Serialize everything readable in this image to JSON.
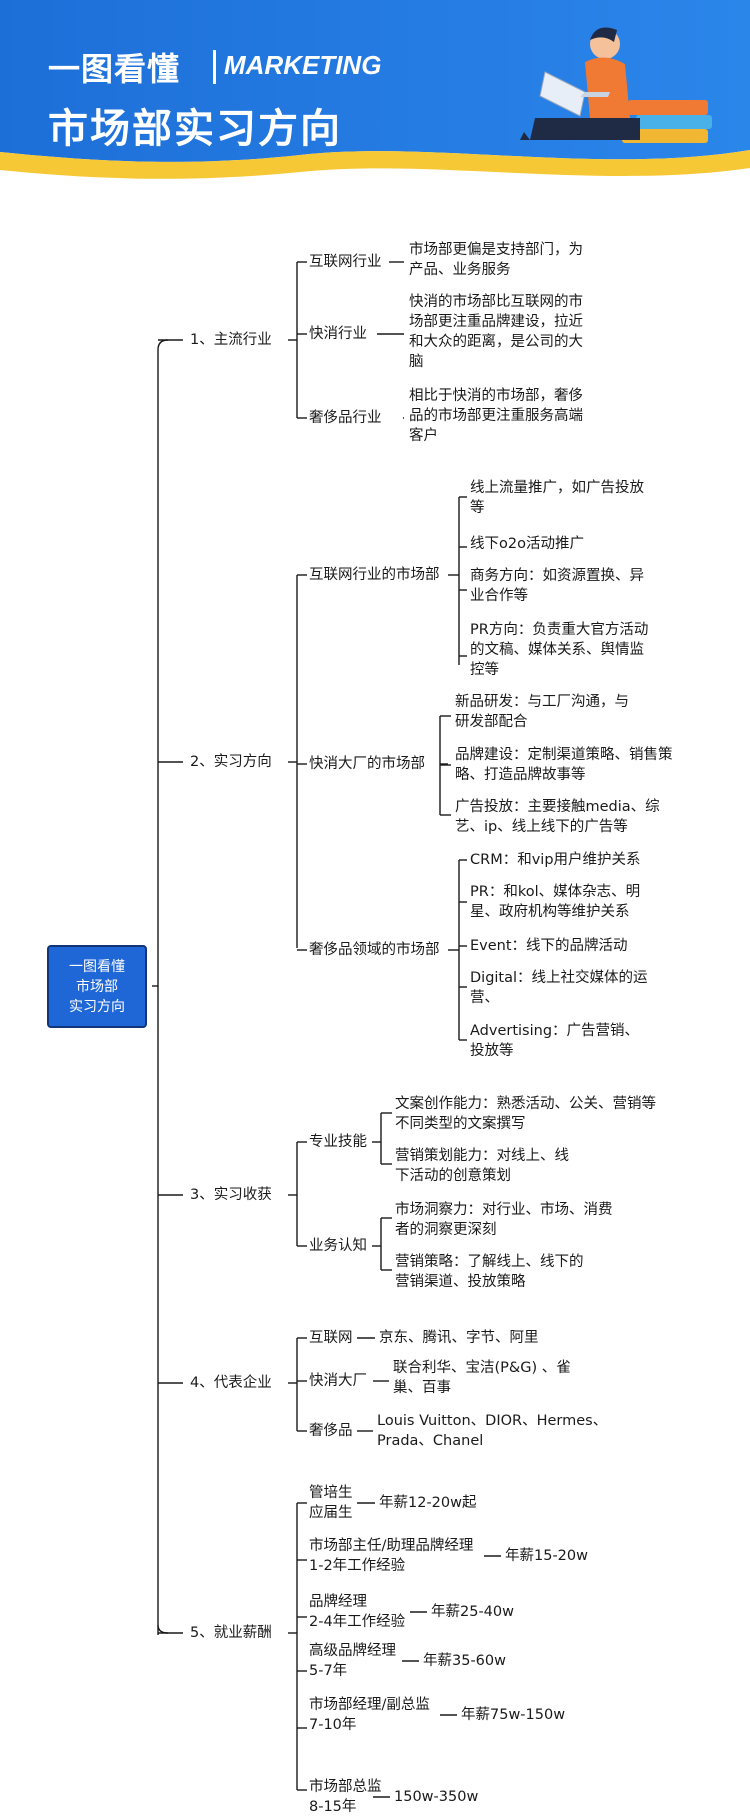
{
  "header": {
    "title_line1": "一图看懂",
    "title_eng": "MARKETING",
    "title_line2": "市场部实习方向"
  },
  "root": {
    "line1": "一图看懂",
    "line2": "市场部",
    "line3": "实习方向"
  },
  "branches": [
    {
      "label": "1、主流行业",
      "children": [
        {
          "label": "互联网行业",
          "detail": [
            "市场部更偏是支持部门，为",
            "产品、业务服务"
          ]
        },
        {
          "label": "快消行业",
          "detail": [
            "快消的市场部比互联网的市",
            "场部更注重品牌建设，拉近",
            "和大众的距离，是公司的大",
            "脑"
          ]
        },
        {
          "label": "奢侈品行业",
          "detail": [
            "相比于快消的市场部，奢侈",
            "品的市场部更注重服务高端",
            "客户"
          ]
        }
      ]
    },
    {
      "label": "2、实习方向",
      "children": [
        {
          "label": "互联网行业的市场部",
          "items": [
            [
              "线上流量推广，如广告投放",
              "等"
            ],
            [
              "线下o2o活动推广"
            ],
            [
              "商务方向：如资源置换、异",
              "业合作等"
            ],
            [
              "PR方向：负责重大官方活动",
              "的文稿、媒体关系、舆情监",
              "控等"
            ]
          ]
        },
        {
          "label": "快消大厂的市场部",
          "items": [
            [
              "新品研发：与工厂沟通，与",
              "研发部配合"
            ],
            [
              "品牌建设：定制渠道策略、销售策",
              "略、打造品牌故事等"
            ],
            [
              "广告投放：主要接触media、综",
              "艺、ip、线上线下的广告等"
            ]
          ]
        },
        {
          "label": "奢侈品领域的市场部",
          "items": [
            [
              "CRM：和vip用户维护关系"
            ],
            [
              "PR：和kol、媒体杂志、明",
              "星、政府机构等维护关系"
            ],
            [
              "Event：线下的品牌活动"
            ],
            [
              "Digital：线上社交媒体的运",
              "营、"
            ],
            [
              "Advertising：广告营销、",
              "投放等"
            ]
          ]
        }
      ]
    },
    {
      "label": "3、实习收获",
      "children": [
        {
          "label": "专业技能",
          "items": [
            [
              "文案创作能力：熟悉活动、公关、营销等",
              "不同类型的文案撰写"
            ],
            [
              "营销策划能力：对线上、线",
              "下活动的创意策划"
            ]
          ]
        },
        {
          "label": "业务认知",
          "items": [
            [
              "市场洞察力：对行业、市场、消费",
              "者的洞察更深刻"
            ],
            [
              "营销策略：了解线上、线下的",
              "营销渠道、投放策略"
            ]
          ]
        }
      ]
    },
    {
      "label": "4、代表企业",
      "children": [
        {
          "label": "互联网",
          "detail": [
            "京东、腾讯、字节、阿里"
          ]
        },
        {
          "label": "快消大厂",
          "detail": [
            "联合利华、宝洁(P&G) 、雀",
            "巢、百事"
          ]
        },
        {
          "label": "奢侈品",
          "detail": [
            "Louis Vuitton、DIOR、Hermes、",
            "Prada、Chanel"
          ]
        }
      ]
    },
    {
      "label": "5、就业薪酬",
      "children": [
        {
          "label": [
            "管培生",
            "应届生"
          ],
          "salary": "年薪12-20w起"
        },
        {
          "label": [
            "市场部主任/助理品牌经理",
            "1-2年工作经验"
          ],
          "salary": "年薪15-20w"
        },
        {
          "label": [
            "品牌经理",
            "2-4年工作经验"
          ],
          "salary": "年薪25-40w"
        },
        {
          "label": [
            "高级品牌经理",
            "5-7年"
          ],
          "salary": "年薪35-60w"
        },
        {
          "label": [
            "市场部经理/副总监",
            "7-10年"
          ],
          "salary": "年薪75w-150w"
        },
        {
          "label": [
            "市场部总监",
            "8-15年"
          ],
          "salary": "150w-350w"
        }
      ]
    }
  ]
}
